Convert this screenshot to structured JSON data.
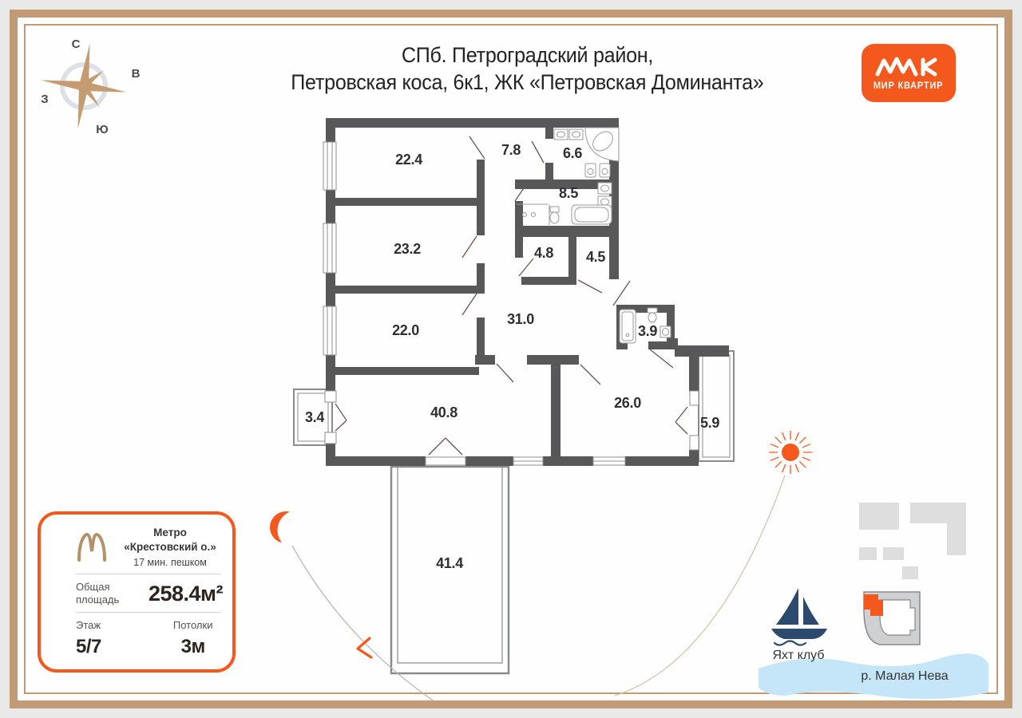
{
  "title": {
    "line1": "СПб. Петроградский район,",
    "line2": "Петровская коса, 6к1, ЖК «Петровская Доминанта»"
  },
  "brand": {
    "name": "МИР КВАРТИР"
  },
  "compass": {
    "n": "С",
    "e": "В",
    "w": "З",
    "s": "Ю"
  },
  "floor_plan": {
    "rooms": [
      {
        "name": "room-22-4",
        "area": "22.4"
      },
      {
        "name": "hall-7-8",
        "area": "7.8"
      },
      {
        "name": "bathroom-6-6",
        "area": "6.6"
      },
      {
        "name": "bathroom-8-5",
        "area": "8.5"
      },
      {
        "name": "room-23-2",
        "area": "23.2"
      },
      {
        "name": "storage-4-8",
        "area": "4.8"
      },
      {
        "name": "storage-4-5",
        "area": "4.5"
      },
      {
        "name": "room-22-0",
        "area": "22.0"
      },
      {
        "name": "corridor-31-0",
        "area": "31.0"
      },
      {
        "name": "bathroom-3-9",
        "area": "3.9"
      },
      {
        "name": "balcony-3-4",
        "area": "3.4"
      },
      {
        "name": "living-40-8",
        "area": "40.8"
      },
      {
        "name": "room-26-0",
        "area": "26.0"
      },
      {
        "name": "balcony-5-9",
        "area": "5.9"
      },
      {
        "name": "terrace-41-4",
        "area": "41.4"
      }
    ]
  },
  "info_card": {
    "metro_station": "Метро «Крестовский о.»",
    "metro_walk": "17 мин. пешком",
    "total_area_label": "Общая площадь",
    "total_area_value": "258.4м²",
    "floor_label": "Этаж",
    "floor_value": "5/7",
    "ceiling_label": "Потолки",
    "ceiling_value": "3м"
  },
  "landmarks": {
    "yacht_club": "Яхт клуб",
    "river": "р. Малая Нева"
  },
  "colors": {
    "accent_orange": "#f4581c",
    "frame_tan": "#c19b76",
    "wall_gray": "#58585b",
    "compass_tan": "#c59b72",
    "yacht_navy": "#2c4a6e",
    "river_blue": "#c5e6f8"
  }
}
